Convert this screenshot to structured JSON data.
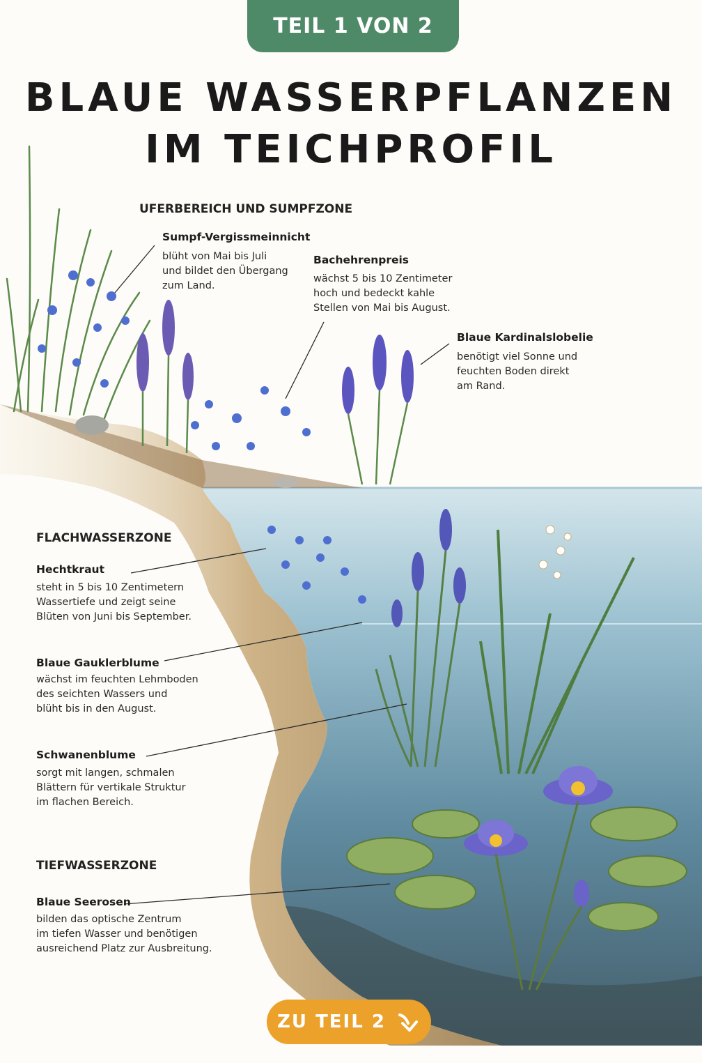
{
  "badge": {
    "label": "TEIL 1 VON 2"
  },
  "title": {
    "line1": "BLAUE WASSERPFLANZEN",
    "line2": "IM TEICHPROFIL"
  },
  "zones": {
    "ufer": "UFERBEREICH UND SUMPFZONE",
    "flach": "FLACHWASSERZONE",
    "tief": "TIEFWASSERZONE"
  },
  "plants": {
    "vergissmeinnicht": {
      "name": "Sumpf-Vergissmeinnicht",
      "desc": "blüht von Mai bis Juli\nund bildet den Übergang\nzum Land."
    },
    "bachehrenpreis": {
      "name": "Bachehrenpreis",
      "desc": "wächst 5 bis 10 Zentimeter\nhoch und bedeckt kahle\nStellen von Mai bis August."
    },
    "kardinalslobelie": {
      "name": "Blaue Kardinalslobelie",
      "desc": "benötigt viel Sonne und\nfeuchten Boden direkt\nam Rand."
    },
    "hechtkraut": {
      "name": "Hechtkraut",
      "desc": "steht in 5 bis 10 Zentimetern\nWassertiefe und zeigt seine\nBlüten von Juni bis September."
    },
    "gauklerblume": {
      "name": "Blaue Gauklerblume",
      "desc": "wächst im feuchten Lehmboden\ndes seichten Wassers und\nblüht bis in den August."
    },
    "schwanenblume": {
      "name": "Schwanenblume",
      "desc": "sorgt mit langen, schmalen\nBlättern für vertikale Struktur\nim flachen Bereich."
    },
    "seerosen": {
      "name": "Blaue Seerosen",
      "desc": "bilden das optische Zentrum\nim tiefen Wasser und benötigen\nausreichend Platz zur Ausbreitung."
    }
  },
  "cta": {
    "label": "ZU TEIL 2",
    "icon": "arrow-down-right-icon"
  },
  "colors": {
    "badge": "#4f8a68",
    "cta": "#eba12a",
    "water": "#6f9fb5",
    "soil": "#b89a6a",
    "flower": "#5a62c4"
  }
}
